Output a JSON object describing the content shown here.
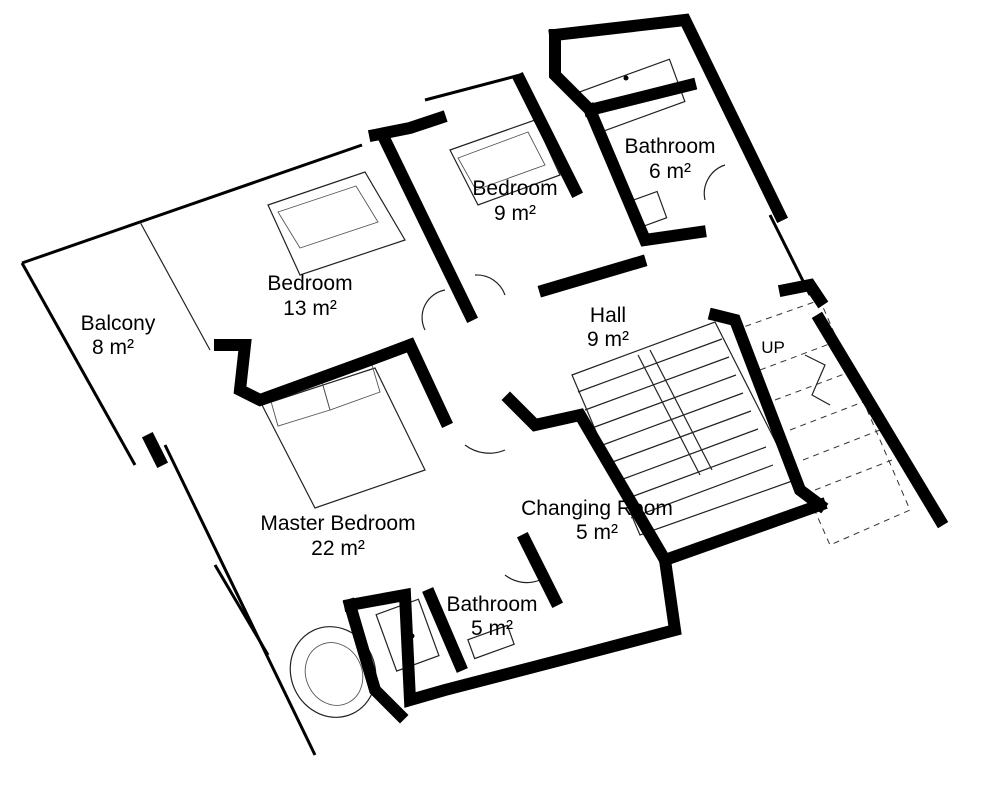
{
  "rooms": {
    "balcony": {
      "name": "Balcony",
      "area": "8 m²"
    },
    "bedroom_13": {
      "name": "Bedroom",
      "area": "13 m²"
    },
    "bedroom_9": {
      "name": "Bedroom",
      "area": "9 m²"
    },
    "bathroom_6": {
      "name": "Bathroom",
      "area": "6 m²"
    },
    "hall": {
      "name": "Hall",
      "area": "9 m²"
    },
    "master_bedroom": {
      "name": "Master Bedroom",
      "area": "22 m²"
    },
    "changing_room": {
      "name": "Changing Room",
      "area": "5 m²"
    },
    "bathroom_5": {
      "name": "Bathroom",
      "area": "5 m²"
    }
  },
  "stairs": {
    "direction_label": "UP"
  }
}
